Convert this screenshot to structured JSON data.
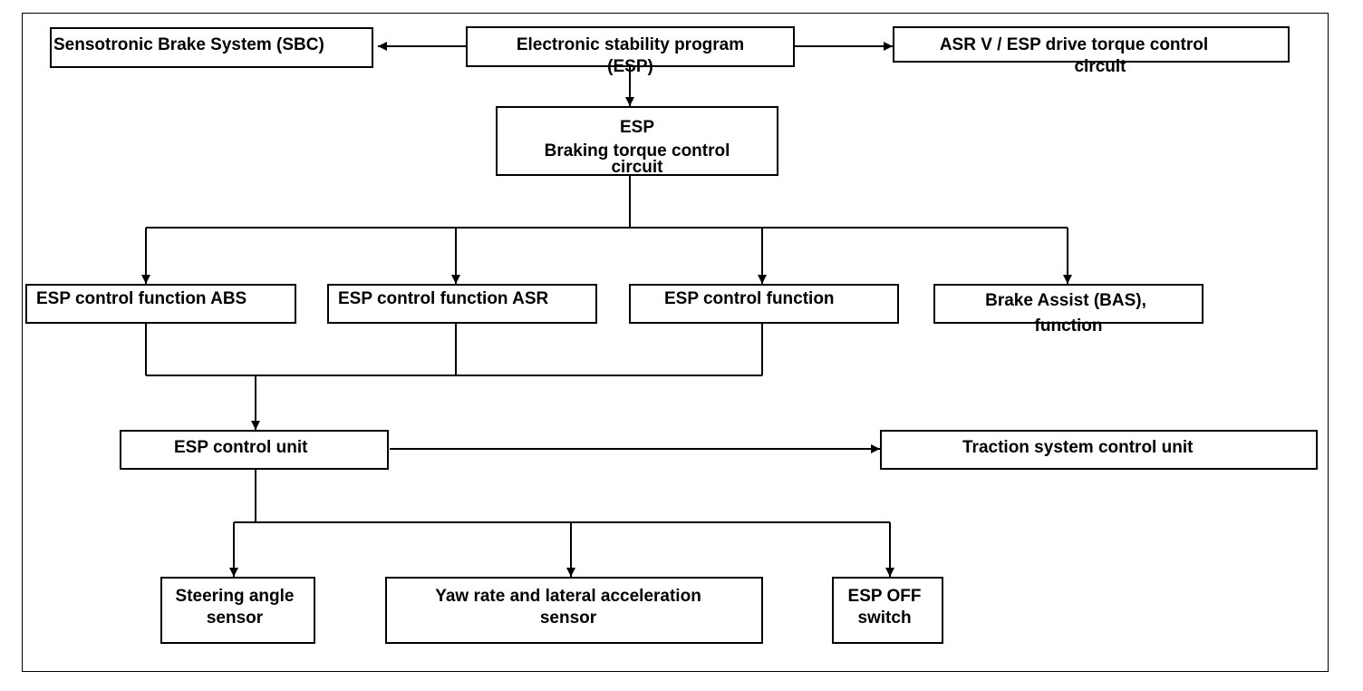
{
  "diagram": {
    "nodes": {
      "sbc": {
        "line1": "Sensotronic Brake System (SBC)"
      },
      "esp_program": {
        "line1": "Electronic stability program",
        "line2": "(ESP)"
      },
      "asr_drive": {
        "line1": "ASR V / ESP drive torque control",
        "line2": "circuit"
      },
      "esp_braking": {
        "line1": "ESP",
        "line2": "Braking torque control",
        "line3": "circuit"
      },
      "abs": {
        "line1": "ESP control function ABS"
      },
      "asr": {
        "line1": "ESP control function ASR"
      },
      "esp_function": {
        "line1": "ESP control function"
      },
      "bas": {
        "line1": "Brake Assist (BAS),",
        "line2": "function"
      },
      "control_unit": {
        "line1": "ESP control unit"
      },
      "traction": {
        "line1": "Traction system control unit"
      },
      "steering": {
        "line1": "Steering angle",
        "line2": "sensor"
      },
      "yaw": {
        "line1": "Yaw rate and lateral acceleration",
        "line2": "sensor"
      },
      "esp_off": {
        "line1": "ESP OFF",
        "line2": "switch"
      }
    },
    "colors": {
      "line": "#000000",
      "background": "#ffffff"
    }
  }
}
